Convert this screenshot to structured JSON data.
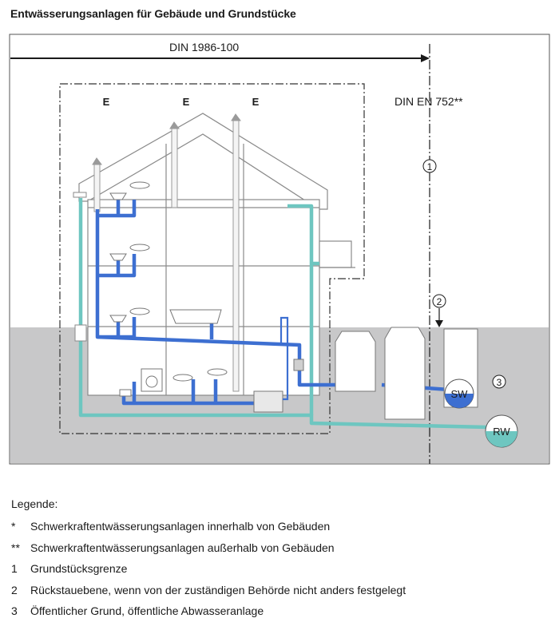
{
  "title": "Entwässerungsanlagen für Gebäude und Grundstücke",
  "diagram": {
    "zone_inside_label": "DIN 1986-100",
    "zone_outside_label": "DIN EN 752**",
    "vent_labels": [
      "E",
      "E",
      "E"
    ],
    "marker_1": "1",
    "marker_2": "2",
    "marker_3": "3",
    "sewer_sw_label": "SW",
    "sewer_rw_label": "RW",
    "colors": {
      "ground": "#c8c8c9",
      "pipe_wastewater": "#3d6fd1",
      "pipe_rainwater": "#6ec6c0",
      "building_line": "#8a8a8a",
      "sw_fill": "#3d6fd1",
      "rw_fill": "#6ec6c0"
    }
  },
  "legend": {
    "heading": "Legende:",
    "items": [
      {
        "key": "*",
        "text": "Schwerkraftentwässerungsanlagen innerhalb von Gebäuden"
      },
      {
        "key": "**",
        "text": "Schwerkraftentwässerungsanlagen außerhalb von Gebäuden"
      },
      {
        "key": "1",
        "text": "Grundstücksgrenze"
      },
      {
        "key": "2",
        "text": "Rückstauebene, wenn von der zuständigen Behörde nicht anders festgelegt"
      },
      {
        "key": "3",
        "text": "Öffentlicher Grund, öffentliche Abwasseranlage"
      }
    ]
  }
}
